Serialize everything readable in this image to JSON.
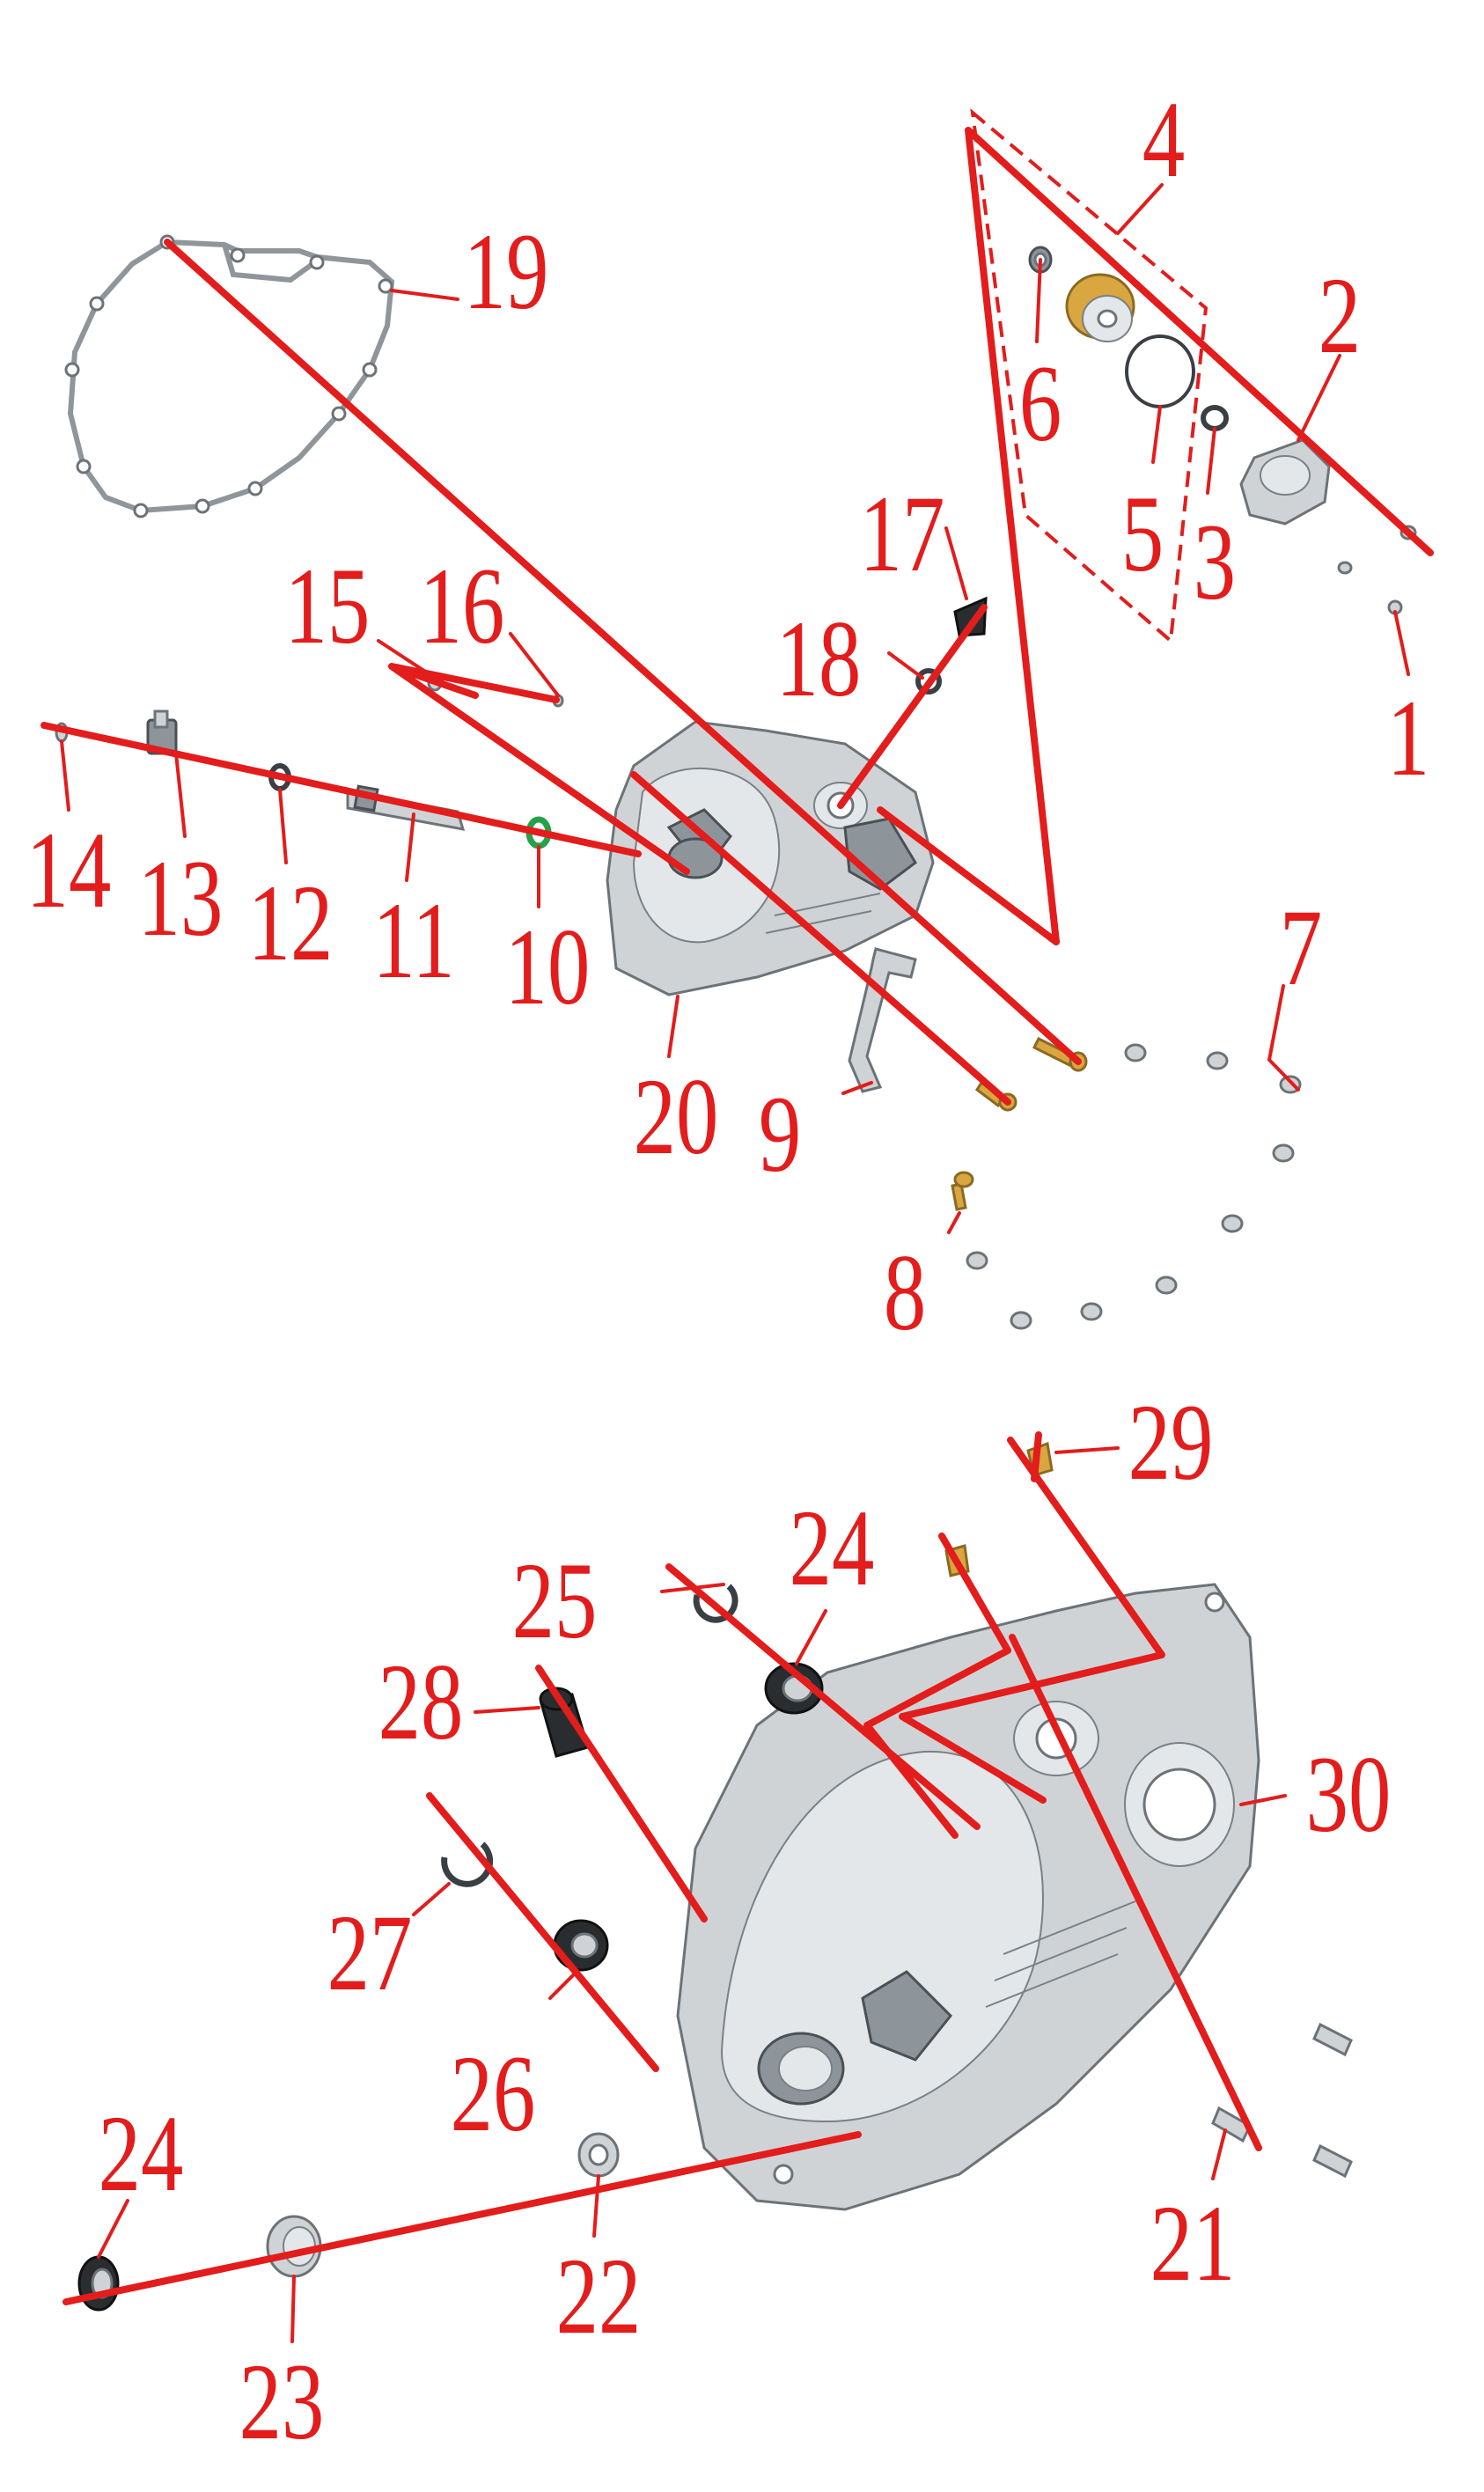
{
  "callouts": {
    "c1": "1",
    "c2": "2",
    "c3": "3",
    "c4": "4",
    "c5": "5",
    "c6": "6",
    "c7": "7",
    "c8": "8",
    "c9": "9",
    "c10": "10",
    "c11": "11",
    "c12": "12",
    "c13": "13",
    "c14": "14",
    "c15": "15",
    "c16": "16",
    "c17": "17",
    "c18": "18",
    "c19": "19",
    "c20": "20",
    "c21": "21",
    "c22": "22",
    "c23": "23",
    "c24a": "24",
    "c24b": "24",
    "c25": "25",
    "c26": "26",
    "c27": "27",
    "c28": "28",
    "c29": "29",
    "c30": "30"
  },
  "colors": {
    "callout": "#e31c1c",
    "metal": "#cfd3d6",
    "brass": "#d9a640"
  }
}
